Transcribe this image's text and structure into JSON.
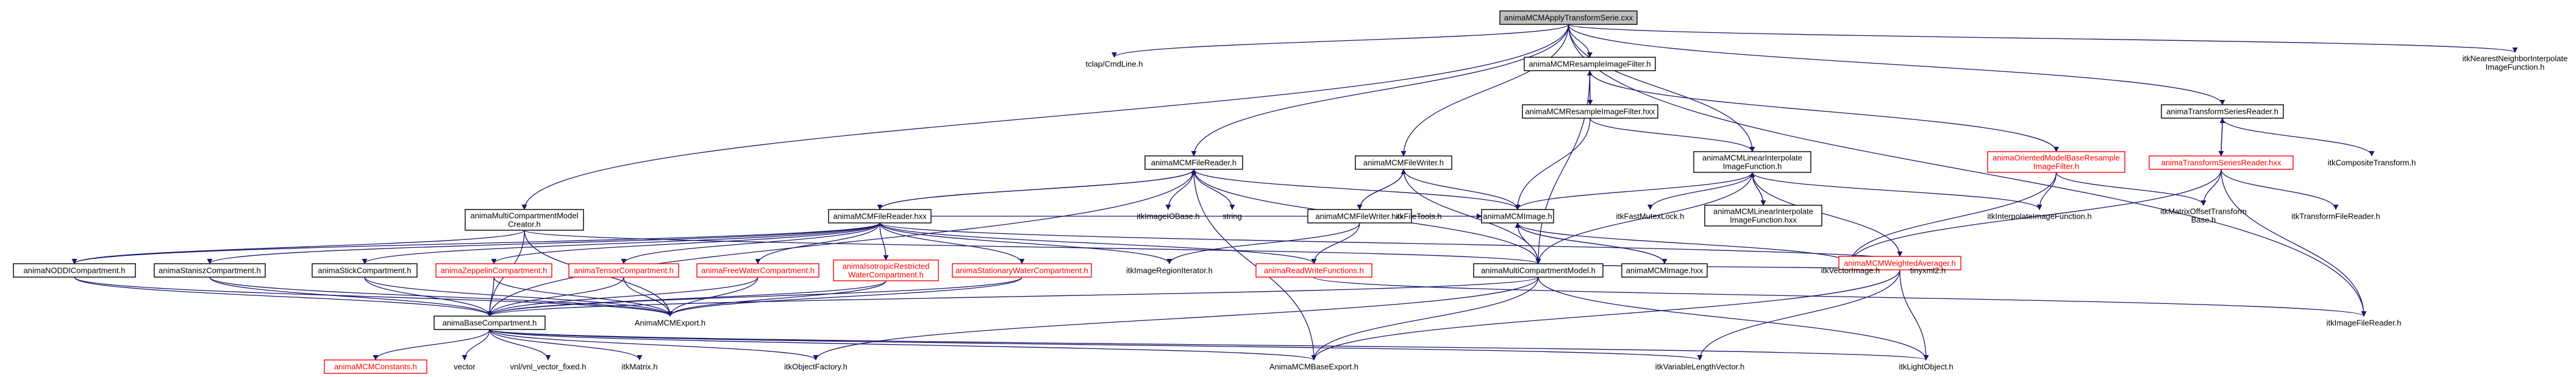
{
  "diagram": {
    "colors": {
      "edge": "#191970",
      "root_fill": "#bfbfbf",
      "red_text": "#ff0000",
      "node_text": "#000000",
      "background": "#ffffff"
    },
    "nodes": [
      {
        "id": "root",
        "label": [
          "animaMCMApplyTransformSerie.cxx"
        ],
        "style": "root"
      },
      {
        "id": "tclap",
        "label": [
          "tclap/CmdLine.h"
        ],
        "style": "plain"
      },
      {
        "id": "mfilter_h",
        "label": [
          "animaMCMResampleImageFilter.h"
        ],
        "style": "hl"
      },
      {
        "id": "mfilter_hxx",
        "label": [
          "animaMCMResampleImageFilter.hxx"
        ],
        "style": "hl"
      },
      {
        "id": "tseries_h",
        "label": [
          "animaTransformSeriesReader.h"
        ],
        "style": "hl"
      },
      {
        "id": "nn_interp",
        "label": [
          "itkNearestNeighborInterpolate",
          "ImageFunction.h"
        ],
        "style": "plain"
      },
      {
        "id": "multicomp_creator",
        "label": [
          "animaMultiCompartmentModel",
          "Creator.h"
        ],
        "style": "hl"
      },
      {
        "id": "filereader_h",
        "label": [
          "animaMCMFileReader.h"
        ],
        "style": "hl"
      },
      {
        "id": "filewriter_h",
        "label": [
          "animaMCMFileWriter.h"
        ],
        "style": "hl"
      },
      {
        "id": "lininterp_h",
        "label": [
          "animaMCMLinearInterpolate",
          "ImageFunction.h"
        ],
        "style": "hl"
      },
      {
        "id": "oriented_resample",
        "label": [
          "animaOrientedModelBaseResample",
          "ImageFilter.h"
        ],
        "style": "red"
      },
      {
        "id": "tseries_hxx",
        "label": [
          "animaTransformSeriesReader.hxx"
        ],
        "style": "red"
      },
      {
        "id": "composite",
        "label": [
          "itkCompositeTransform.h"
        ],
        "style": "plain"
      },
      {
        "id": "filereader_hxx",
        "label": [
          "animaMCMFileReader.hxx"
        ],
        "style": "hl"
      },
      {
        "id": "imageiobase",
        "label": [
          "itkImageIOBase.h"
        ],
        "style": "plain"
      },
      {
        "id": "string",
        "label": [
          "string"
        ],
        "style": "plain"
      },
      {
        "id": "filewriter_hxx",
        "label": [
          "animaMCMFileWriter.hxx"
        ],
        "style": "hl"
      },
      {
        "id": "mcmimage_h",
        "label": [
          "animaMCMImage.h"
        ],
        "style": "hl"
      },
      {
        "id": "fastmutex",
        "label": [
          "itkFastMutexLock.h"
        ],
        "style": "plain"
      },
      {
        "id": "lininterp_hxx",
        "label": [
          "animaMCMLinearInterpolate",
          "ImageFunction.hxx"
        ],
        "style": "hl"
      },
      {
        "id": "weighted_avg",
        "label": [
          "animaMCMWeightedAverager.h"
        ],
        "style": "red"
      },
      {
        "id": "interp_func",
        "label": [
          "itkInterpolateImageFunction.h"
        ],
        "style": "plain"
      },
      {
        "id": "matrixoffset",
        "label": [
          "itkMatrixOffsetTransform",
          "Base.h"
        ],
        "style": "plain"
      },
      {
        "id": "tfilereader",
        "label": [
          "itkTransformFileReader.h"
        ],
        "style": "plain"
      },
      {
        "id": "nodddi",
        "label": [
          "animaNODDICompartment.h"
        ],
        "style": "hl"
      },
      {
        "id": "stanisz",
        "label": [
          "animaStaniszCompartment.h"
        ],
        "style": "hl"
      },
      {
        "id": "stick",
        "label": [
          "animaStickCompartment.h"
        ],
        "style": "hl"
      },
      {
        "id": "zeppelin",
        "label": [
          "animaZeppelinCompartment.h"
        ],
        "style": "red"
      },
      {
        "id": "tensor",
        "label": [
          "animaTensorCompartment.h"
        ],
        "style": "red"
      },
      {
        "id": "freewater",
        "label": [
          "animaFreeWaterCompartment.h"
        ],
        "style": "red"
      },
      {
        "id": "isorestricted",
        "label": [
          "animaIsotropicRestricted",
          "WaterCompartment.h"
        ],
        "style": "red"
      },
      {
        "id": "stationary",
        "label": [
          "animaStationaryWaterCompartment.h"
        ],
        "style": "red"
      },
      {
        "id": "regioniter",
        "label": [
          "itkImageRegionIterator.h"
        ],
        "style": "plain"
      },
      {
        "id": "readwrite",
        "label": [
          "animaReadWriteFunctions.h"
        ],
        "style": "red"
      },
      {
        "id": "filetools",
        "label": [
          "itkFileTools.h"
        ],
        "style": "plain"
      },
      {
        "id": "multicomp_model",
        "label": [
          "animaMultiCompartmentModel.h"
        ],
        "style": "hl"
      },
      {
        "id": "mcmimage_hxx",
        "label": [
          "animaMCMImage.hxx"
        ],
        "style": "hl"
      },
      {
        "id": "vectorimage",
        "label": [
          "itkVectorImage.h"
        ],
        "style": "plain"
      },
      {
        "id": "tinyxml",
        "label": [
          "tinyxml2.h"
        ],
        "style": "plain"
      },
      {
        "id": "imagefilereader",
        "label": [
          "itkImageFileReader.h"
        ],
        "style": "plain"
      },
      {
        "id": "basecomp",
        "label": [
          "animaBaseCompartment.h"
        ],
        "style": "hl"
      },
      {
        "id": "mcmexport",
        "label": [
          "AnimaMCMExport.h"
        ],
        "style": "plain"
      },
      {
        "id": "mcmconstants",
        "label": [
          "animaMCMConstants.h"
        ],
        "style": "red"
      },
      {
        "id": "vector",
        "label": [
          "vector"
        ],
        "style": "plain"
      },
      {
        "id": "vnl",
        "label": [
          "vnl/vnl_vector_fixed.h"
        ],
        "style": "plain"
      },
      {
        "id": "itkmatrix",
        "label": [
          "itkMatrix.h"
        ],
        "style": "plain"
      },
      {
        "id": "objfactory",
        "label": [
          "itkObjectFactory.h"
        ],
        "style": "plain"
      },
      {
        "id": "mcmbaseexport",
        "label": [
          "AnimaMCMBaseExport.h"
        ],
        "style": "plain"
      },
      {
        "id": "varlenvec",
        "label": [
          "itkVariableLengthVector.h"
        ],
        "style": "plain"
      },
      {
        "id": "lightobj",
        "label": [
          "itkLightObject.h"
        ],
        "style": "plain"
      }
    ]
  }
}
